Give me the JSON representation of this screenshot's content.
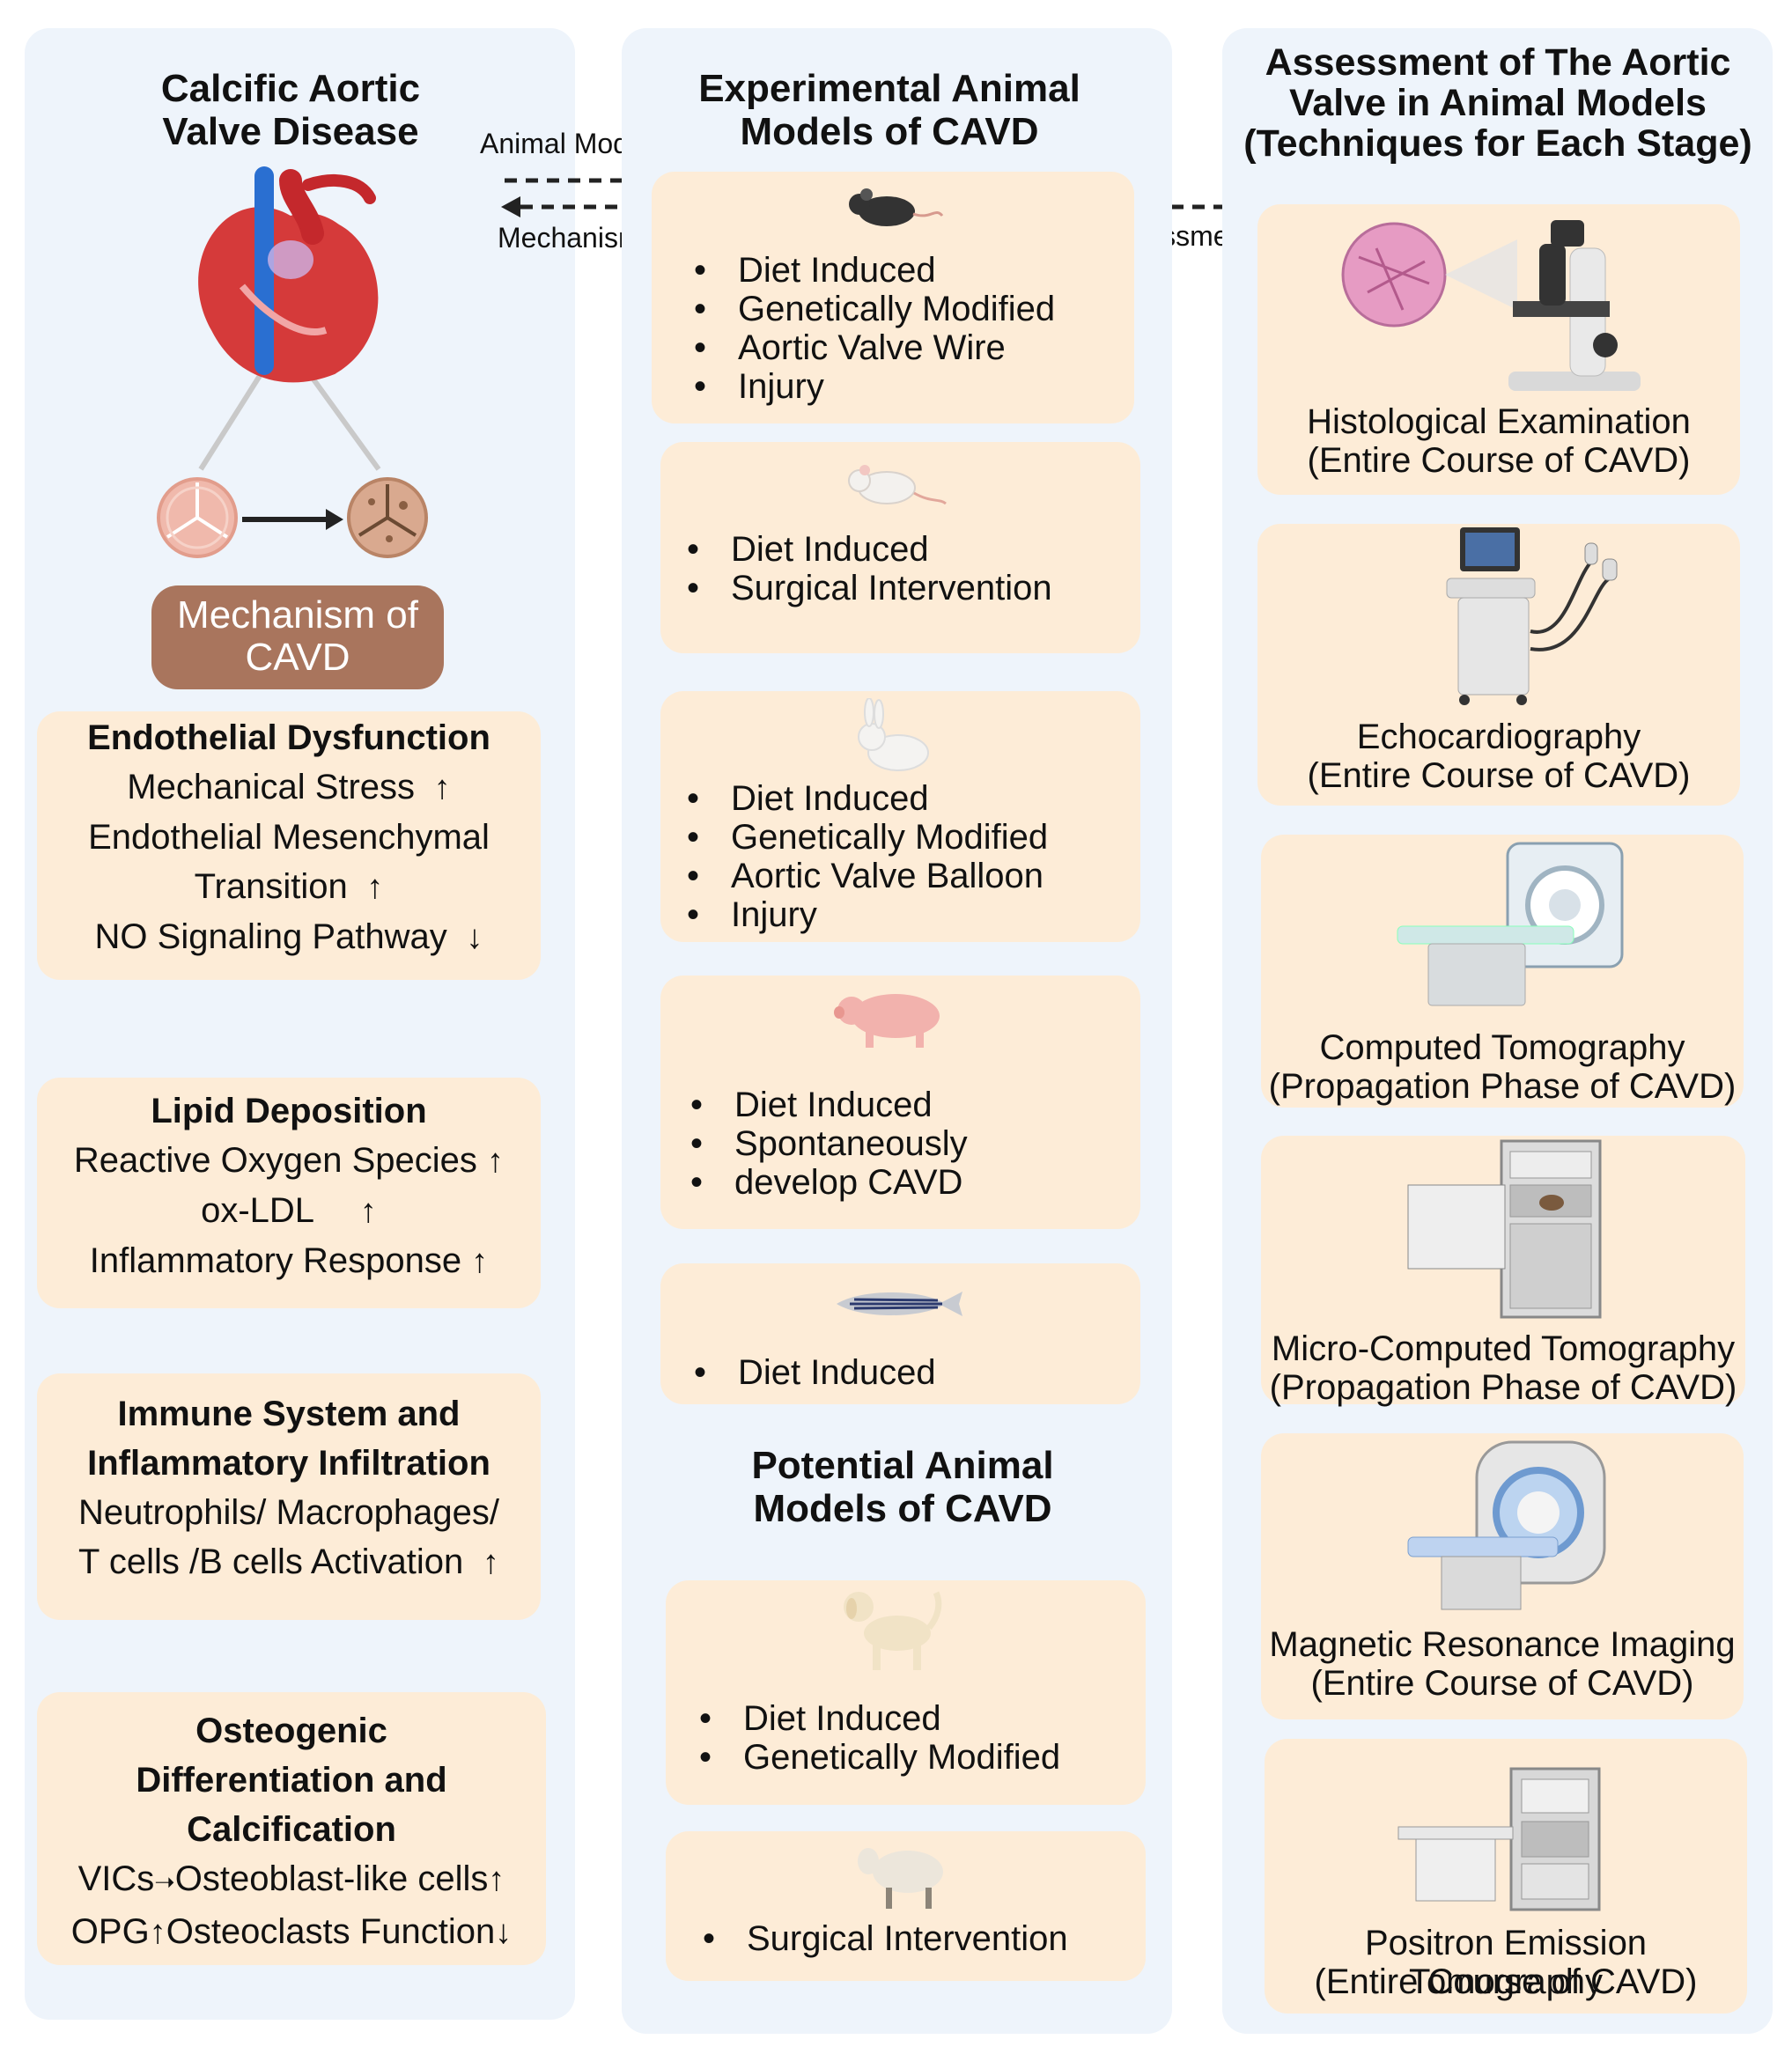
{
  "left": {
    "title": [
      "Calcific Aortic",
      "Valve Disease"
    ],
    "mechanism_pill": [
      "Mechanism of",
      "CAVD"
    ],
    "boxes": [
      {
        "heading": [
          "Endothelial Dysfunction"
        ],
        "lines": [
          "Mechanical Stress",
          "Endothelial Mesenchymal",
          "Transition",
          "NO Signaling Pathway"
        ]
      },
      {
        "heading": [
          "Lipid Deposition"
        ],
        "lines": [
          "Reactive Oxygen Species",
          "ox-LDL",
          "Inflammatory Response"
        ]
      },
      {
        "heading": [
          "Immune System and",
          "Inflammatory Infiltration"
        ],
        "lines": [
          "Neutrophils/ Macrophages/",
          "T cells /B cells Activation"
        ]
      },
      {
        "heading": [
          "Osteogenic",
          "Differentiation and",
          "Calcification"
        ],
        "lines": [
          "VICs",
          "Osteoblast-like cells",
          "OPG",
          "Osteoclasts Function"
        ]
      }
    ]
  },
  "arrows": {
    "animal_models": "Animal Models",
    "mechanisms": "Mechanisms",
    "assessment": "Assessment"
  },
  "middle": {
    "title": [
      "Experimental Animal",
      "Models of CAVD"
    ],
    "potential_title": [
      "Potential Animal",
      "Models of CAVD"
    ],
    "models": [
      {
        "animal": "mouse-icon",
        "items": [
          "Diet Induced",
          "Genetically Modified",
          "Aortic Valve Wire",
          "Injury"
        ]
      },
      {
        "animal": "rat-icon",
        "items": [
          "Diet Induced",
          "Surgical Intervention"
        ]
      },
      {
        "animal": "rabbit-icon",
        "items": [
          "Diet Induced",
          "Genetically Modified",
          "Aortic Valve Balloon",
          "Injury"
        ]
      },
      {
        "animal": "pig-icon",
        "items": [
          "Diet Induced",
          "Spontaneously",
          "develop CAVD"
        ]
      },
      {
        "animal": "zebrafish-icon",
        "items": [
          "Diet Induced"
        ]
      },
      {
        "animal": "dog-icon",
        "items": [
          "Diet Induced",
          "Genetically Modified"
        ]
      },
      {
        "animal": "sheep-icon",
        "items": [
          "Surgical Intervention"
        ]
      }
    ]
  },
  "right": {
    "title": [
      "Assessment of The Aortic",
      "Valve in Animal Models",
      "(Techniques for Each Stage)"
    ],
    "techniques": [
      {
        "icon": "microscope-icon",
        "name": "Histological Examination",
        "stage": "(Entire Course of CAVD)"
      },
      {
        "icon": "ultrasound-machine-icon",
        "name": "Echocardiography",
        "stage": "(Entire Course of CAVD)"
      },
      {
        "icon": "ct-scanner-icon",
        "name": "Computed Tomography",
        "stage": "(Propagation Phase of CAVD)"
      },
      {
        "icon": "micro-ct-icon",
        "name": "Micro-Computed Tomography",
        "stage": "(Propagation Phase of CAVD)"
      },
      {
        "icon": "mri-scanner-icon",
        "name": "Magnetic Resonance Imaging",
        "stage": "(Entire Course of CAVD)"
      },
      {
        "icon": "pet-scanner-icon",
        "name": "Positron Emission Tomography",
        "stage": "(Entire Course of CAVD)"
      }
    ]
  },
  "colors": {
    "panel": "#eef4fb",
    "box": "#fdecd7",
    "pill": "#a9755d"
  }
}
